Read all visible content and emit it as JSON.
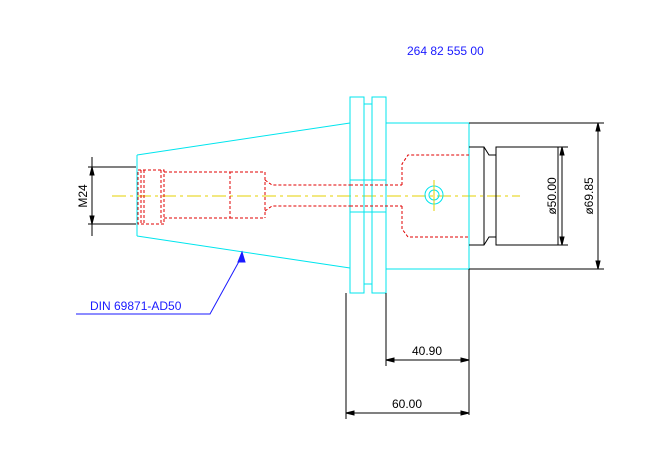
{
  "part_number": "264 82 555 00",
  "standard_callout": "DIN 69871-AD50",
  "dimensions": {
    "thread": "M24",
    "diameter_inner": "ø50.00",
    "diameter_outer": "ø69.85",
    "length_short": "40.90",
    "length_long": "60.00"
  },
  "colors": {
    "body": "#00e5ee",
    "hidden": "#e00000",
    "centerline": "#e6d000",
    "dimension": "#000000",
    "part_number": "#1a1aff",
    "leader": "#1a1aff"
  }
}
